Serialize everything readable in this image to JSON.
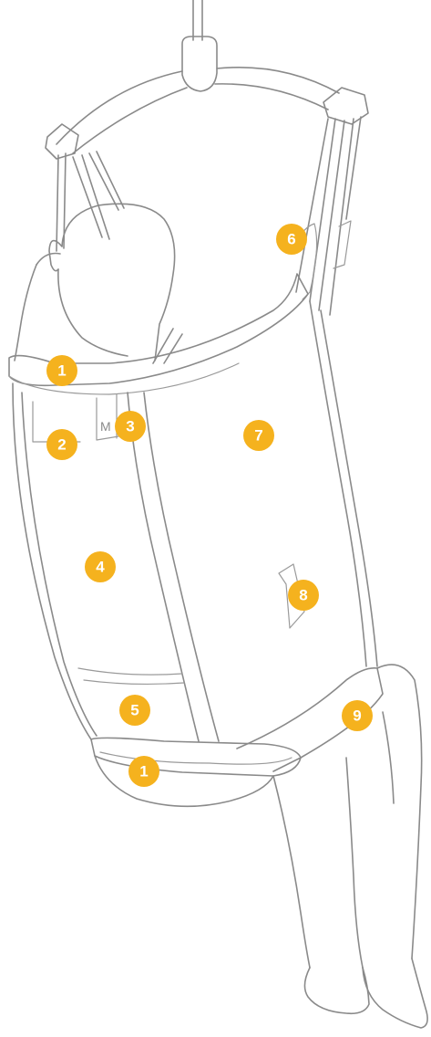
{
  "colors": {
    "callout": "#f5b21e",
    "callout_text": "#ffffff",
    "line": "#8a8a8a",
    "background": "#ffffff"
  },
  "size_mark": "M",
  "callouts": [
    {
      "id": "c1-top",
      "label": "1"
    },
    {
      "id": "c2",
      "label": "2"
    },
    {
      "id": "c3",
      "label": "3"
    },
    {
      "id": "c4",
      "label": "4"
    },
    {
      "id": "c5",
      "label": "5"
    },
    {
      "id": "c1-bottom",
      "label": "1"
    },
    {
      "id": "c6",
      "label": "6"
    },
    {
      "id": "c7",
      "label": "7"
    },
    {
      "id": "c8",
      "label": "8"
    },
    {
      "id": "c9",
      "label": "9"
    }
  ]
}
